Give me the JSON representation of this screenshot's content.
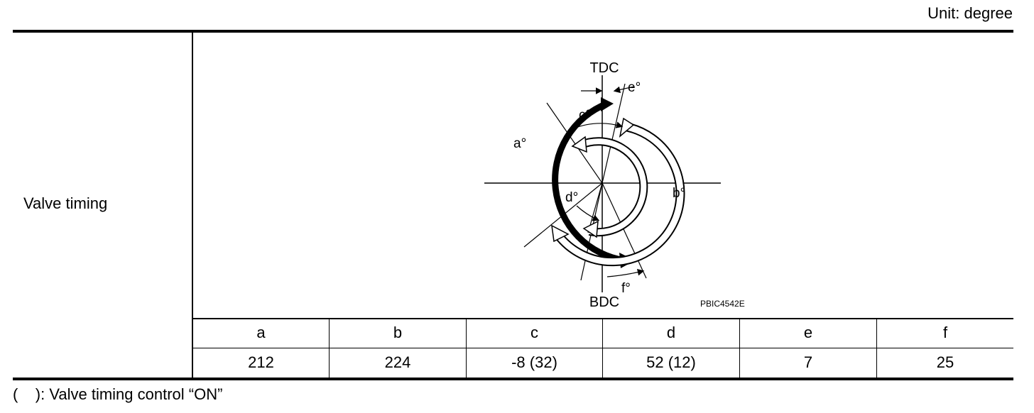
{
  "unit_label": "Unit: degree",
  "row_label": "Valve timing",
  "diagram": {
    "tdc": "TDC",
    "bdc": "BDC",
    "label_a": "a°",
    "label_b": "b°",
    "label_c": "c°",
    "label_d": "d°",
    "label_e": "e°",
    "label_f": "f°",
    "figure_code": "PBIC4542E"
  },
  "table": {
    "headers": [
      "a",
      "b",
      "c",
      "d",
      "e",
      "f"
    ],
    "values": [
      "212",
      "224",
      "-8 (32)",
      "52 (12)",
      "7",
      "25"
    ]
  },
  "footnote": "(    ): Valve timing control “ON”"
}
